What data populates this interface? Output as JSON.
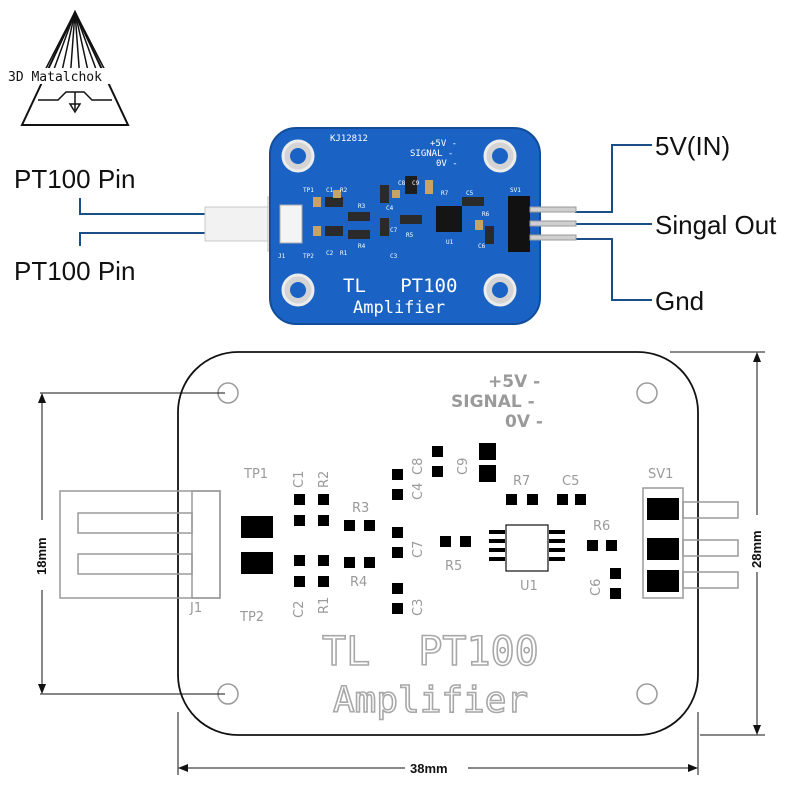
{
  "logo": {
    "text": "3D Matalchok"
  },
  "photo": {
    "board_code": "KJ12812",
    "header_labels": [
      "+5V -",
      "SIGNAL -",
      "0V -"
    ],
    "title_line1": "TL   PT100",
    "title_line2": "Amplifier",
    "component_labels": [
      "TP1",
      "TP2",
      "J1",
      "C1",
      "R2",
      "C2",
      "R1",
      "R3",
      "R4",
      "C4",
      "C8",
      "C9",
      "C7",
      "C3",
      "R7",
      "C5",
      "R6",
      "R5",
      "C6",
      "U1",
      "SV1"
    ]
  },
  "callouts": {
    "pin_top": "PT100 Pin",
    "pin_bottom": "PT100 Pin",
    "vin": "5V(IN)",
    "signal": "Singal Out",
    "gnd": "Gnd"
  },
  "drawing": {
    "header_labels": [
      "+5V -",
      "SIGNAL -",
      "0V -"
    ],
    "title_line1": "TL  PT100",
    "title_line2": "Amplifier",
    "labels": {
      "TP1": "TP1",
      "TP2": "TP2",
      "J1": "J1",
      "C1": "C1",
      "R2": "R2",
      "C2": "C2",
      "R1": "R1",
      "R3": "R3",
      "R4": "R4",
      "C4": "C4",
      "C8": "C8",
      "C9": "C9",
      "C7": "C7",
      "C3": "C3",
      "R7": "R7",
      "C5": "C5",
      "R6": "R6",
      "R5": "R5",
      "C6": "C6",
      "U1": "U1",
      "SV1": "SV1"
    }
  },
  "dimensions": {
    "height": "18mm",
    "width": "38mm",
    "height_total": "28mm"
  },
  "colors": {
    "pcb_blue": "#1a63c4",
    "callout_line": "#1a4e86",
    "silk": "#9a9a9a"
  }
}
